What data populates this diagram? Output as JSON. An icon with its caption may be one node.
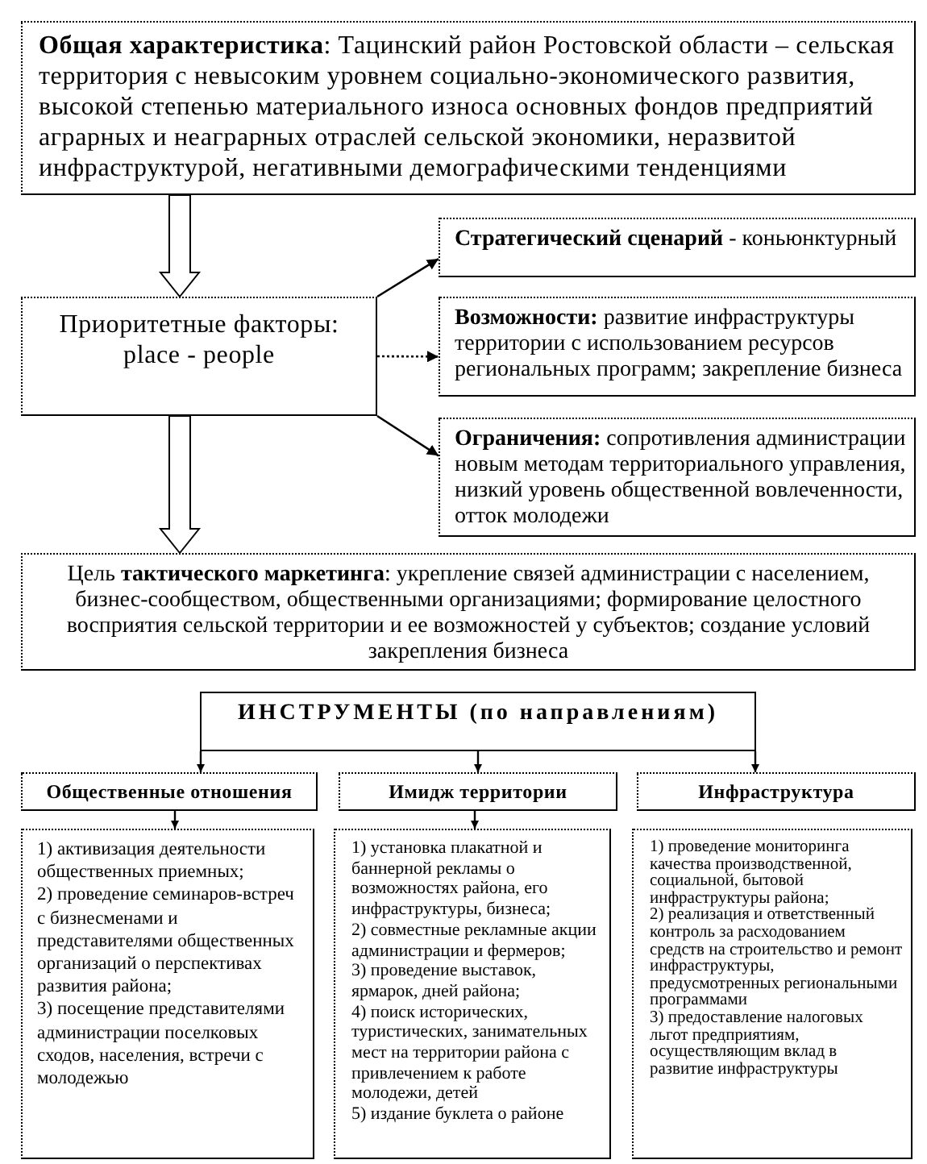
{
  "diagram": {
    "nodes": [
      {
        "text": [
          "**Общая характеристика**: Тацинский район Ростовской области – сельская территория с невысоким уровнем социально-экономического развития, высокой степенью материального износа основных фондов предприятий аграрных и неаграрных отраслей сельской экономики, неразвитой инфраструктурой, негативными демографическими тенденциями"
        ]
      },
      {
        "text": [
          "Приоритетные факторы: place - people"
        ]
      },
      {
        "text": [
          "**Стратегический сценарий** - коньюнктурный"
        ]
      },
      {
        "text": [
          "**Возможности:** развитие инфраструктуры территории с использованием ресурсов региональных программ; закрепление бизнеса"
        ]
      },
      {
        "text": [
          "**Ограничения:** сопротивления администрации новым методам территориального управления, низкий уровень общественной вовлеченности, отток молодежи"
        ]
      },
      {
        "text": [
          "Цель **тактического маркетинга**: укрепление связей администрации с населением, бизнес-сообществом, общественными организациями; формирование целостного восприятия сельской территории и ее возможностей у субъектов; создание условий закрепления бизнеса"
        ]
      },
      {
        "text": [
          "ИНСТРУМЕНТЫ (по направлениям)"
        ]
      },
      {
        "text": [
          "Общественные отношения"
        ]
      },
      {
        "text": [
          "Имидж территории"
        ]
      },
      {
        "text": [
          "Инфраструктура"
        ]
      },
      {
        "text": [
          "1) активизация деятельности общественных приемных;",
          "2) проведение семинаров-встреч с бизнесменами и представителями общественных организаций о перспективах развития района;",
          "3) посещение представителями администрации поселковых сходов, населения, встречи с молодежью"
        ]
      },
      {
        "text": [
          "1) установка плакатной и баннерной рекламы о возможностях района, его инфраструктуры, бизнеса;",
          "2) совместные рекламные акции администрации и фермеров;",
          "3) проведение выставок, ярмарок, дней района;",
          "4) поиск исторических, туристических, занимательных мест на территории района с привлечением к работе молодежи, детей",
          "5) издание буклета о районе"
        ]
      },
      {
        "text": [
          "1) проведение мониторинга качества производственной, социальной, бытовой инфраструктуры района;",
          "2) реализация и ответственный контроль за расходованием средств на строительство и ремонт инфраструктуры, предусмотренных региональными программами",
          "3) предоставление налоговых льгот предприятиям, осуществляющим вклад в развитие инфраструктуры"
        ]
      }
    ],
    "edges": [
      {
        "from": 0,
        "to": 1,
        "arrow": "to",
        "style": "thick"
      },
      {
        "from": 1,
        "to": 2,
        "arrow": "to"
      },
      {
        "from": 1,
        "to": 3,
        "arrow": "to",
        "style": "dashed"
      },
      {
        "from": 1,
        "to": 4,
        "arrow": "to"
      },
      {
        "from": 1,
        "to": 5,
        "arrow": "to",
        "style": "thick"
      },
      {
        "from": 6,
        "to": 7,
        "arrow": "to"
      },
      {
        "from": 6,
        "to": 8,
        "arrow": "to"
      },
      {
        "from": 6,
        "to": 9,
        "arrow": "to"
      },
      {
        "from": 7,
        "to": 10,
        "arrow": "to"
      },
      {
        "from": 8,
        "to": 11,
        "arrow": "to"
      }
    ]
  }
}
